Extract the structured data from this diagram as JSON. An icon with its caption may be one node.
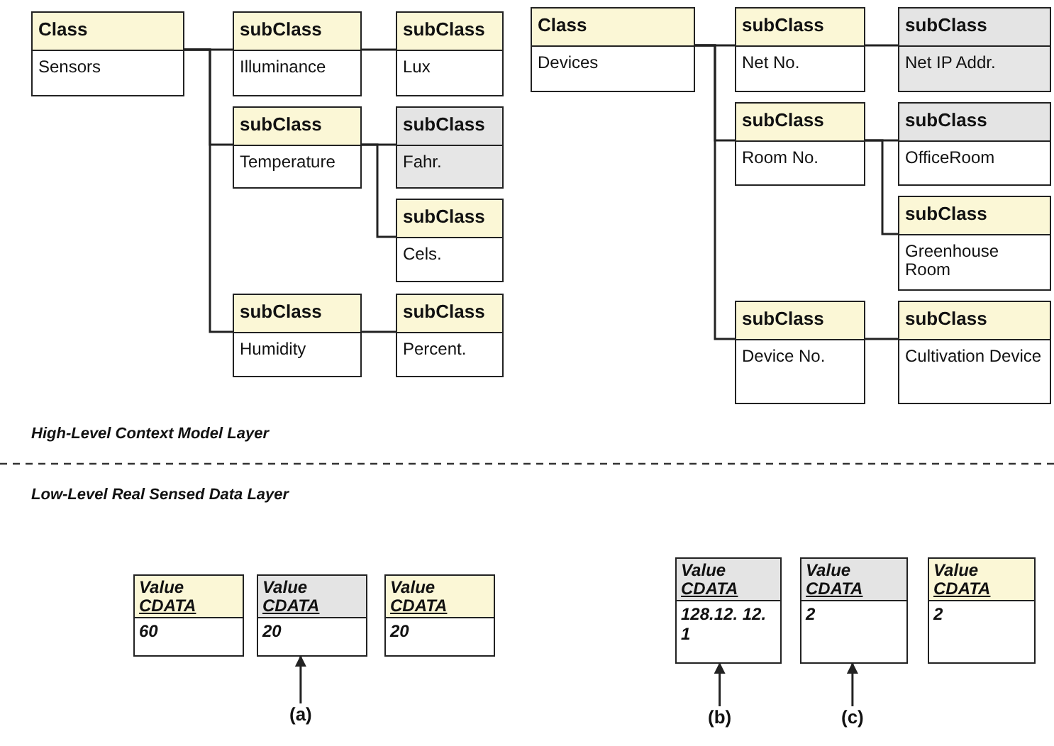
{
  "diagram": {
    "nodes": [
      {
        "text": [
          "Class",
          "Sensors"
        ]
      },
      {
        "text": [
          "subClass",
          "Illuminance"
        ]
      },
      {
        "text": [
          "subClass",
          "Lux"
        ]
      },
      {
        "text": [
          "subClass",
          "Temperature"
        ]
      },
      {
        "text": [
          "subClass",
          "Fahr."
        ]
      },
      {
        "text": [
          "subClass",
          "Cels."
        ]
      },
      {
        "text": [
          "subClass",
          "Humidity"
        ]
      },
      {
        "text": [
          "subClass",
          "Percent."
        ]
      },
      {
        "text": [
          "Class",
          "Devices"
        ]
      },
      {
        "text": [
          "subClass",
          "Net No."
        ]
      },
      {
        "text": [
          "subClass",
          "Net IP Addr."
        ]
      },
      {
        "text": [
          "subClass",
          "Room No."
        ]
      },
      {
        "text": [
          "subClass",
          "OfficeRoom"
        ]
      },
      {
        "text": [
          "subClass",
          "Greenhouse Room"
        ]
      },
      {
        "text": [
          "subClass",
          "Device No."
        ]
      },
      {
        "text": [
          "subClass",
          "Cultivation Device"
        ]
      },
      {
        "text": [
          "Value",
          "CDATA",
          "60"
        ]
      },
      {
        "text": [
          "Value",
          "CDATA",
          "20"
        ]
      },
      {
        "text": [
          "Value",
          "CDATA",
          "20"
        ]
      },
      {
        "text": [
          "Value",
          "CDATA",
          "128.12. 12. 1"
        ]
      },
      {
        "text": [
          "Value",
          "CDATA",
          "2"
        ]
      },
      {
        "text": [
          "Value",
          "CDATA",
          "2"
        ]
      },
      {
        "text": [
          "(a)"
        ]
      },
      {
        "text": [
          "(b)"
        ]
      },
      {
        "text": [
          "(c)"
        ]
      }
    ],
    "edges": [
      {
        "from": 0,
        "to": 1,
        "arrow": "none"
      },
      {
        "from": 1,
        "to": 2,
        "arrow": "none"
      },
      {
        "from": 0,
        "to": 3,
        "arrow": "none"
      },
      {
        "from": 3,
        "to": 4,
        "arrow": "none"
      },
      {
        "from": 3,
        "to": 5,
        "arrow": "none"
      },
      {
        "from": 0,
        "to": 6,
        "arrow": "none"
      },
      {
        "from": 6,
        "to": 7,
        "arrow": "none"
      },
      {
        "from": 8,
        "to": 9,
        "arrow": "none"
      },
      {
        "from": 9,
        "to": 10,
        "arrow": "none"
      },
      {
        "from": 8,
        "to": 11,
        "arrow": "none"
      },
      {
        "from": 11,
        "to": 12,
        "arrow": "none"
      },
      {
        "from": 11,
        "to": 13,
        "arrow": "none"
      },
      {
        "from": 8,
        "to": 14,
        "arrow": "none"
      },
      {
        "from": 14,
        "to": 15,
        "arrow": "none"
      },
      {
        "from": 22,
        "to": 17,
        "arrow": "to"
      },
      {
        "from": 23,
        "to": 19,
        "arrow": "to"
      },
      {
        "from": 24,
        "to": 20,
        "arrow": "to"
      }
    ],
    "labels": [
      "High-Level Context Model Layer",
      "Low-Level Real Sensed Data Layer"
    ]
  }
}
